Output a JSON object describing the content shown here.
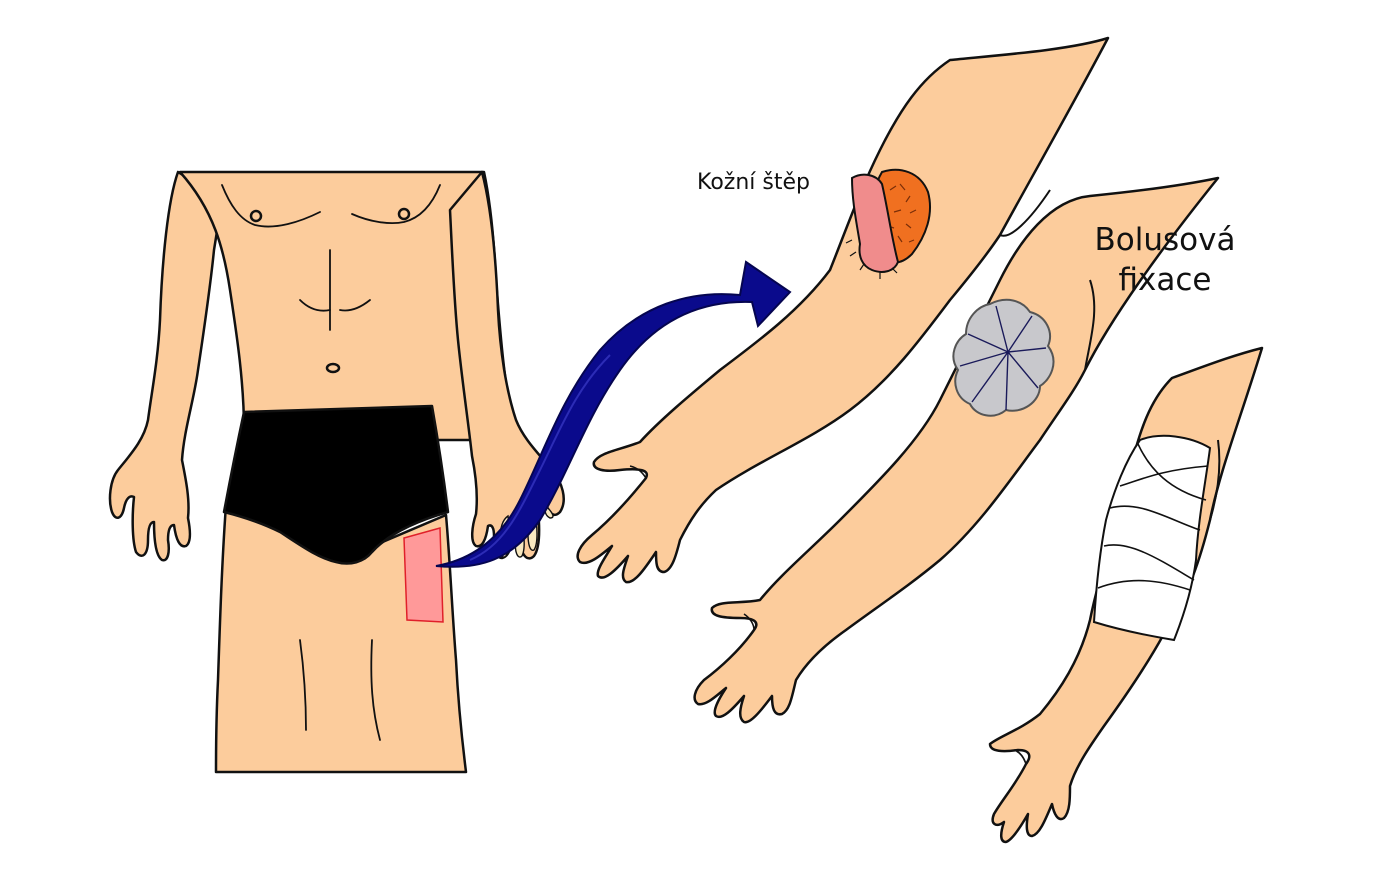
{
  "labels": {
    "skin_graft": "Kožní štěp",
    "bolus_line1": "Bolusová",
    "bolus_line2": "fixace"
  },
  "colors": {
    "skin": "#FCCC9C",
    "outline": "#111111",
    "briefs": "#000000",
    "donor_site": "#FF9999",
    "donor_border": "#E0202A",
    "arrow": "#0A0A8C",
    "graft_pink": "#F08C8C",
    "wound_orange": "#F07020",
    "bolus_gray": "#C8C8CC",
    "bandage": "#FFFFFF"
  }
}
